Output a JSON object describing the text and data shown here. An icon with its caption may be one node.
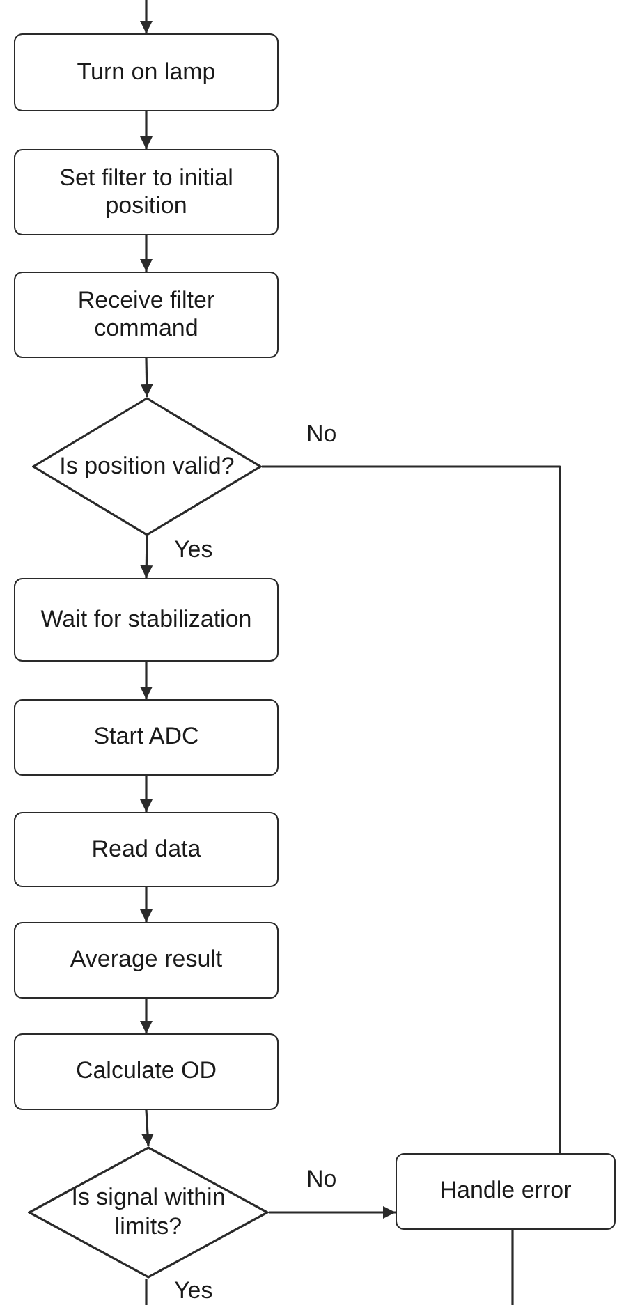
{
  "diagram": {
    "nodes": [
      {
        "text": [
          "Turn on lamp"
        ]
      },
      {
        "text": [
          "Set filter to initial position"
        ]
      },
      {
        "text": [
          "Receive filter command"
        ]
      },
      {
        "text": [
          "Is position valid?"
        ]
      },
      {
        "text": [
          "Wait for stabilization"
        ]
      },
      {
        "text": [
          "Start ADC"
        ]
      },
      {
        "text": [
          "Read data"
        ]
      },
      {
        "text": [
          "Average result"
        ]
      },
      {
        "text": [
          "Calculate OD"
        ]
      },
      {
        "text": [
          "Is signal within limits?"
        ]
      },
      {
        "text": [
          "Handle error"
        ]
      }
    ],
    "edges": [
      {
        "from": null,
        "to": 0,
        "arrow": "to"
      },
      {
        "from": 0,
        "to": 1,
        "arrow": "to"
      },
      {
        "from": 1,
        "to": 2,
        "arrow": "to"
      },
      {
        "from": 2,
        "to": 3,
        "arrow": "to"
      },
      {
        "from": 3,
        "to": 4,
        "label": "Yes",
        "arrow": "to"
      },
      {
        "from": 3,
        "to": 10,
        "label": "No",
        "arrow": "none"
      },
      {
        "from": 4,
        "to": 5,
        "arrow": "to"
      },
      {
        "from": 5,
        "to": 6,
        "arrow": "to"
      },
      {
        "from": 6,
        "to": 7,
        "arrow": "to"
      },
      {
        "from": 7,
        "to": 8,
        "arrow": "to"
      },
      {
        "from": 8,
        "to": 9,
        "arrow": "to"
      },
      {
        "from": 9,
        "to": 10,
        "label": "No",
        "arrow": "to"
      },
      {
        "from": 9,
        "to": null,
        "label": "Yes",
        "arrow": "none"
      },
      {
        "from": 10,
        "to": null,
        "arrow": "none"
      }
    ]
  }
}
